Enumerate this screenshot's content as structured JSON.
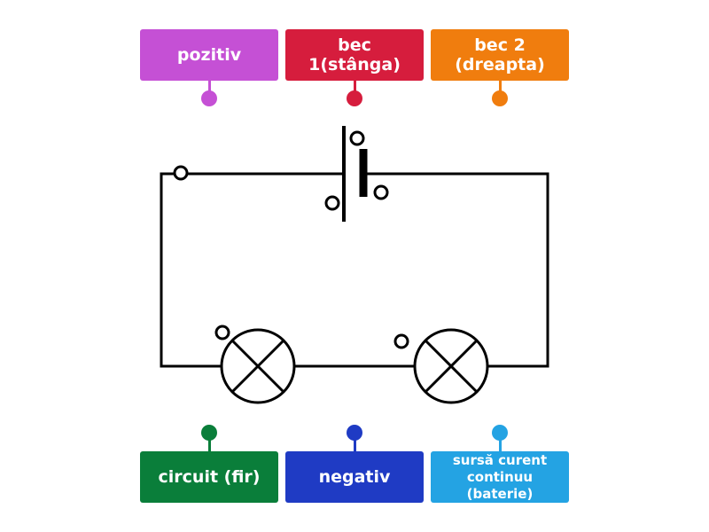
{
  "labels": {
    "pozitiv": {
      "text": "pozitiv",
      "color": "#c550d5"
    },
    "bec1": {
      "text": "bec 1(stânga)",
      "color": "#d61d3d"
    },
    "bec2": {
      "text": "bec 2 (dreapta)",
      "color": "#f07d0e"
    },
    "circuit": {
      "text": "circuit (fir)",
      "color": "#0a7e3a"
    },
    "negativ": {
      "text": "negativ",
      "color": "#1f3bc4"
    },
    "sursa": {
      "text": "sursă curent continuu (baterie)",
      "color": "#24a3e3"
    }
  },
  "diagram": {
    "components": [
      "battery",
      "bulb-left",
      "bulb-right",
      "wire"
    ],
    "line_color": "#000000",
    "hotspot_count": 6
  }
}
